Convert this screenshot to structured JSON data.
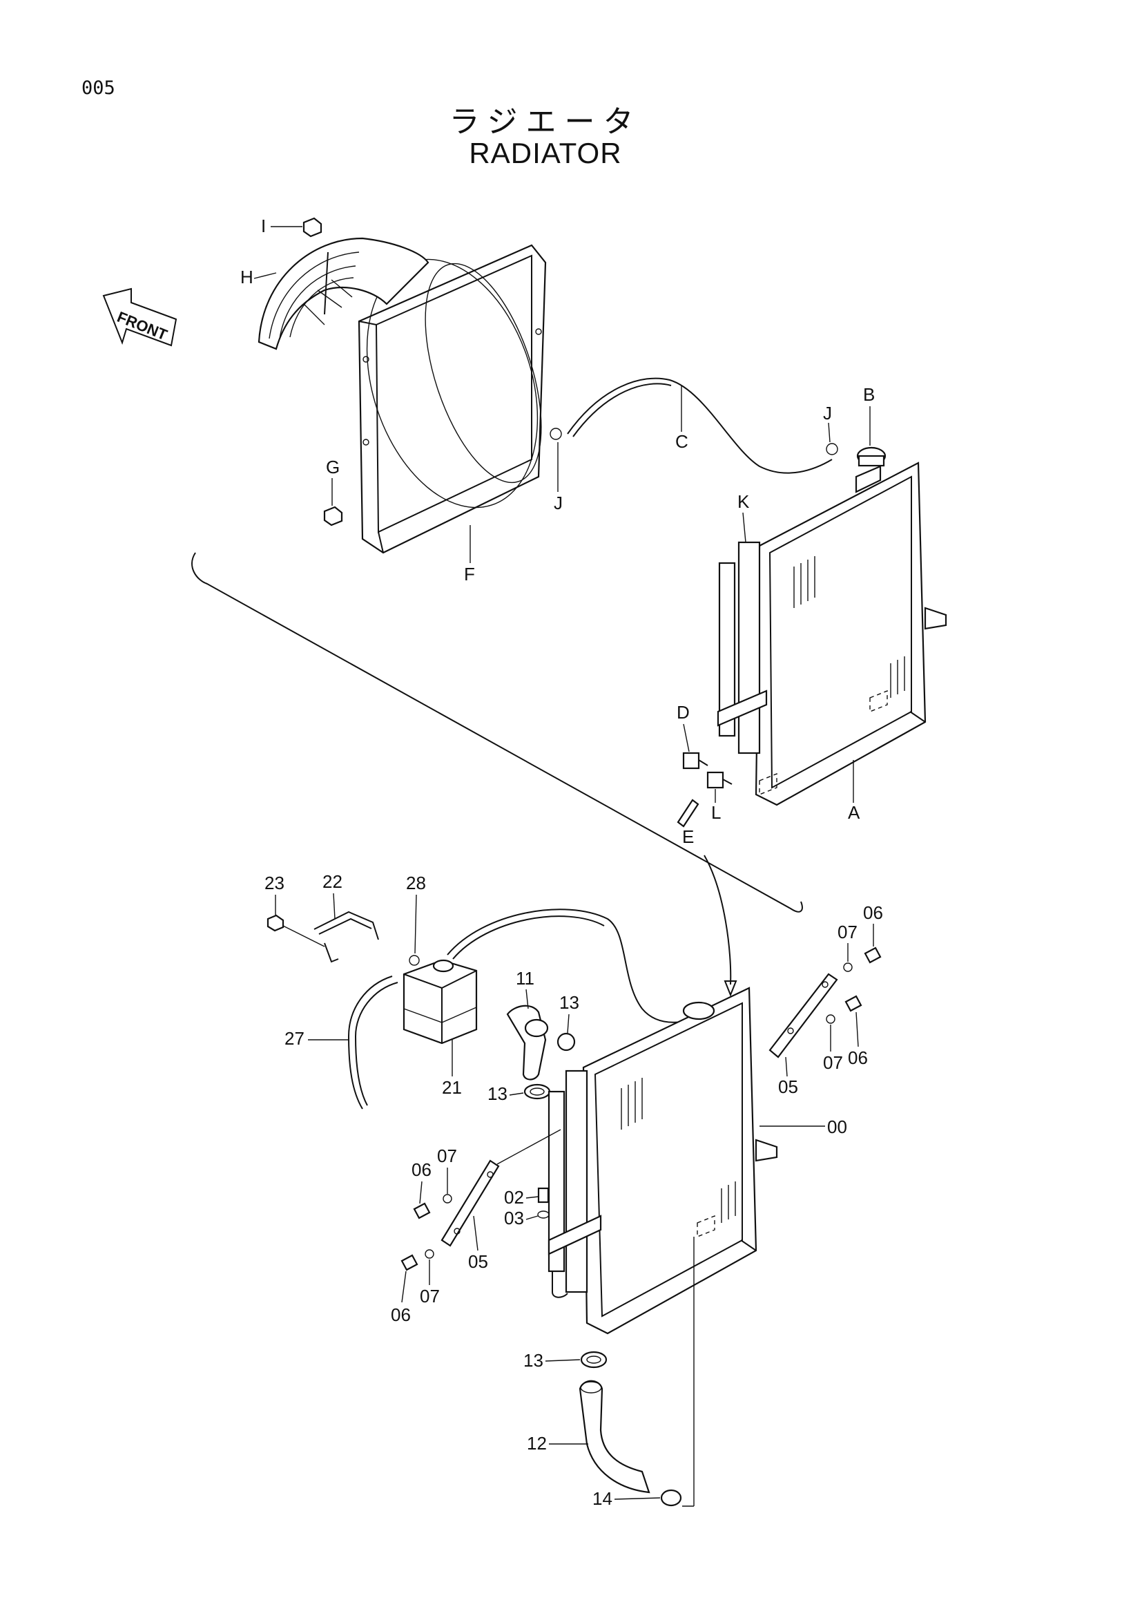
{
  "header": {
    "page_code": "005",
    "title_ja": "ラジエータ",
    "title_en": "RADIATOR"
  },
  "direction_marker": "FRONT",
  "callouts_upper": [
    "I",
    "H",
    "G",
    "F",
    "J",
    "J",
    "C",
    "B",
    "K",
    "D",
    "L",
    "E",
    "A"
  ],
  "callouts_lower": [
    "23",
    "22",
    "28",
    "27",
    "21",
    "11",
    "13",
    "13",
    "07",
    "06",
    "07",
    "06",
    "05",
    "00",
    "06",
    "07",
    "05",
    "02",
    "03",
    "06",
    "07",
    "13",
    "12",
    "14"
  ]
}
